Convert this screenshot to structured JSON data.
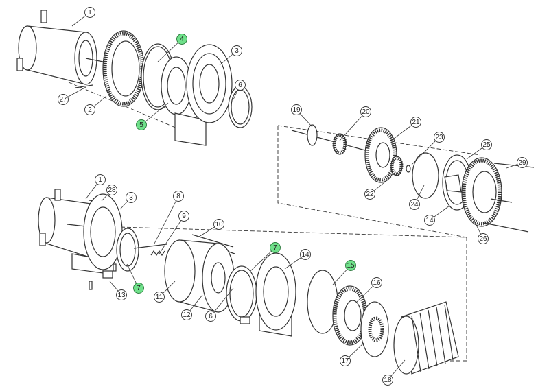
{
  "title": "Winch exploded parts diagram",
  "colors": {
    "line": "#333333",
    "callout_green": "#6fe08a",
    "callout_white": "#ffffff"
  },
  "callouts": [
    {
      "label": "1",
      "green": false
    },
    {
      "label": "4",
      "green": true
    },
    {
      "label": "3",
      "green": false
    },
    {
      "label": "6",
      "green": false
    },
    {
      "label": "27",
      "green": false
    },
    {
      "label": "2",
      "green": false
    },
    {
      "label": "5",
      "green": true
    },
    {
      "label": "19",
      "green": false
    },
    {
      "label": "20",
      "green": false
    },
    {
      "label": "21",
      "green": false
    },
    {
      "label": "23",
      "green": false
    },
    {
      "label": "25",
      "green": false
    },
    {
      "label": "29",
      "green": false
    },
    {
      "label": "22",
      "green": false
    },
    {
      "label": "24",
      "green": false
    },
    {
      "label": "14",
      "green": false
    },
    {
      "label": "26",
      "green": false
    },
    {
      "label": "1",
      "green": false
    },
    {
      "label": "28",
      "green": false
    },
    {
      "label": "3",
      "green": false
    },
    {
      "label": "8",
      "green": false
    },
    {
      "label": "9",
      "green": false
    },
    {
      "label": "10",
      "green": false
    },
    {
      "label": "7",
      "green": true
    },
    {
      "label": "14",
      "green": false
    },
    {
      "label": "15",
      "green": true
    },
    {
      "label": "16",
      "green": false
    },
    {
      "label": "7",
      "green": true
    },
    {
      "label": "13",
      "green": false
    },
    {
      "label": "11",
      "green": false
    },
    {
      "label": "12",
      "green": false
    },
    {
      "label": "6",
      "green": false
    },
    {
      "label": "17",
      "green": false
    },
    {
      "label": "18",
      "green": false
    }
  ]
}
